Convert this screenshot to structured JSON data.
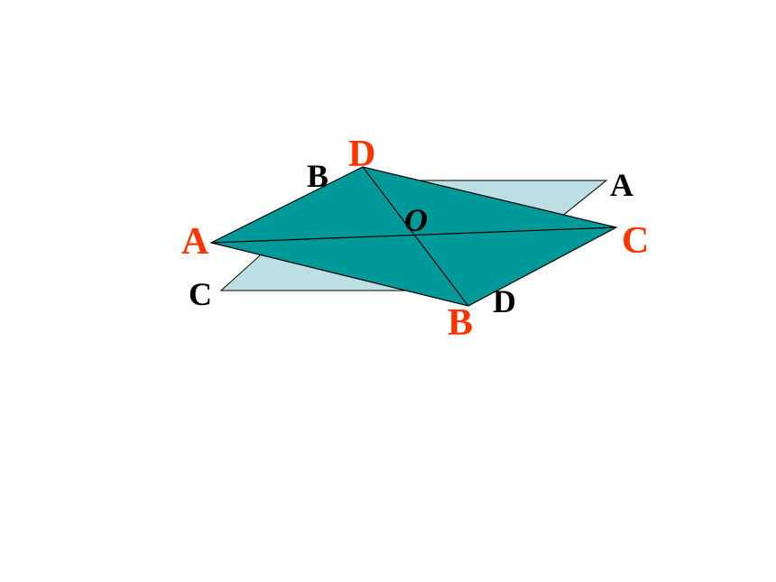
{
  "diagram": {
    "colors": {
      "back_plane_fill": "#BBDFE3",
      "front_rhombus_fill": "#009999",
      "stroke": "#000000",
      "red_label": "#FF3300",
      "black_label": "#000000"
    },
    "labels": {
      "front_A": "A",
      "front_B": "B",
      "front_C": "C",
      "front_D": "D",
      "center_O": "O",
      "back_A": "A",
      "back_B": "B",
      "back_C": "C",
      "back_D": "D"
    }
  }
}
